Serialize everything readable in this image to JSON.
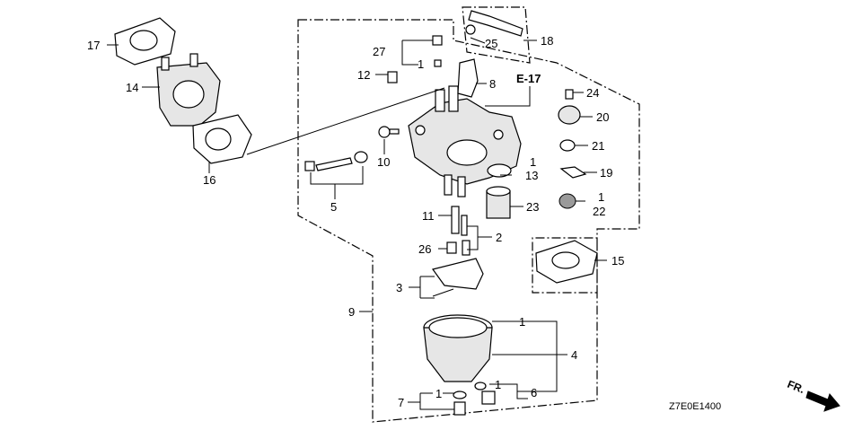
{
  "diagram": {
    "callouts": [
      {
        "key": "n17",
        "text": "17"
      },
      {
        "key": "n14",
        "text": "14"
      },
      {
        "key": "n16",
        "text": "16"
      },
      {
        "key": "n27",
        "text": "27"
      },
      {
        "key": "n1a",
        "text": "1"
      },
      {
        "key": "n12",
        "text": "12"
      },
      {
        "key": "n8",
        "text": "8"
      },
      {
        "key": "n10",
        "text": "10"
      },
      {
        "key": "n5",
        "text": "5"
      },
      {
        "key": "n1b",
        "text": "1"
      },
      {
        "key": "n13",
        "text": "13"
      },
      {
        "key": "n11",
        "text": "11"
      },
      {
        "key": "n2",
        "text": "2"
      },
      {
        "key": "n26",
        "text": "26"
      },
      {
        "key": "n23",
        "text": "23"
      },
      {
        "key": "n3",
        "text": "3"
      },
      {
        "key": "n9",
        "text": "9"
      },
      {
        "key": "n1c",
        "text": "1"
      },
      {
        "key": "n4",
        "text": "4"
      },
      {
        "key": "n1d",
        "text": "1"
      },
      {
        "key": "n6",
        "text": "6"
      },
      {
        "key": "n7",
        "text": "7"
      },
      {
        "key": "n1e",
        "text": "1"
      },
      {
        "key": "n25",
        "text": "25"
      },
      {
        "key": "n18",
        "text": "18"
      },
      {
        "key": "n24",
        "text": "24"
      },
      {
        "key": "n20",
        "text": "20"
      },
      {
        "key": "n21",
        "text": "21"
      },
      {
        "key": "n19",
        "text": "19"
      },
      {
        "key": "n1f",
        "text": "1"
      },
      {
        "key": "n22",
        "text": "22"
      },
      {
        "key": "n15",
        "text": "15"
      }
    ],
    "reference": "E-17",
    "drawing_code": "Z7E0E1400",
    "direction_label": "FR."
  }
}
